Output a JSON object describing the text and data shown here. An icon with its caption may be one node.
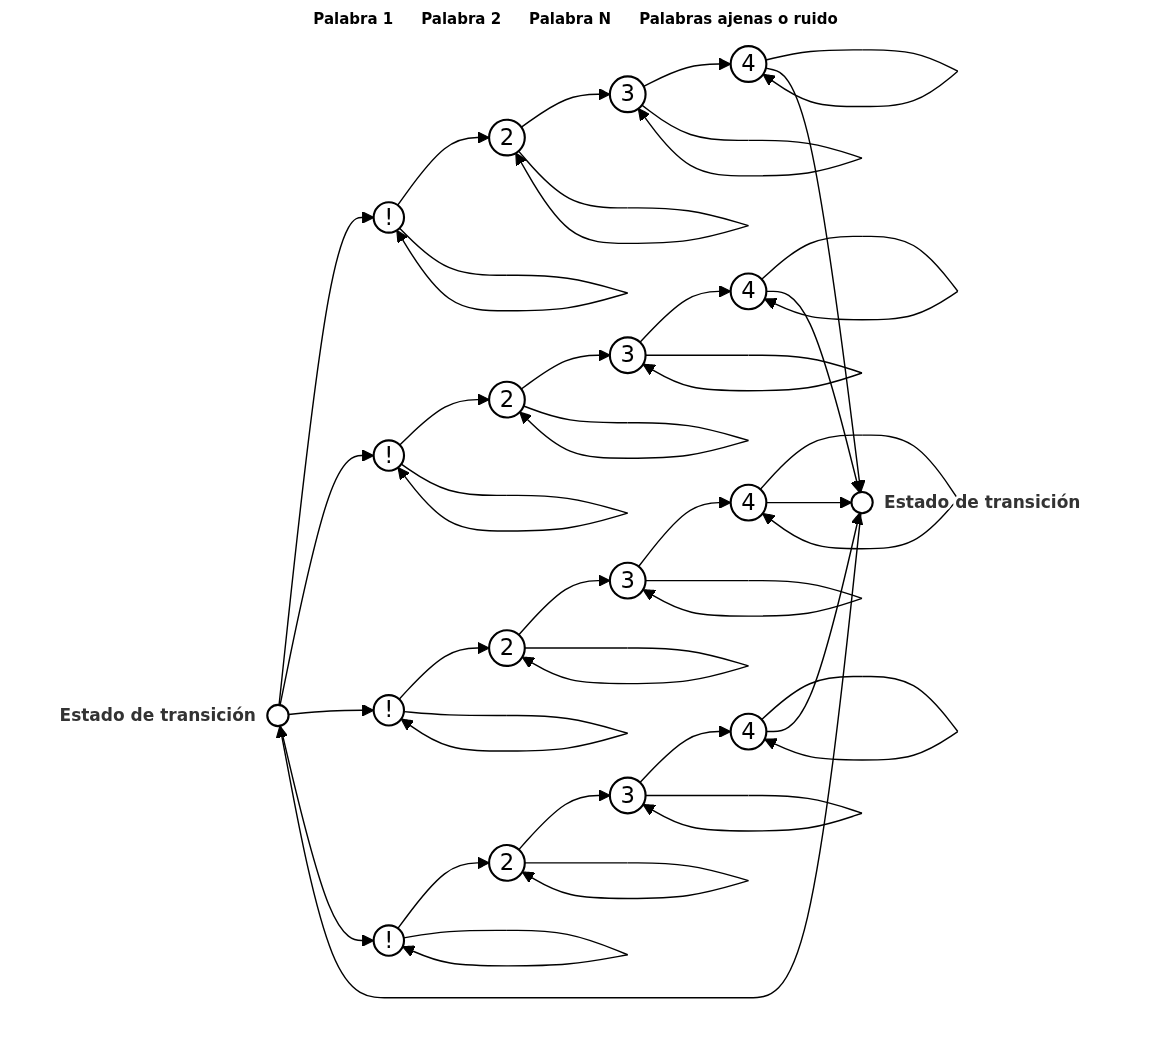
{
  "diagram": {
    "nodes": [
      {
        "text": [],
        "shape": "circle",
        "beside": [
          "Estado de transición"
        ]
      },
      {
        "text": [
          "!"
        ]
      },
      {
        "text": [
          "2"
        ]
      },
      {
        "text": [
          "3"
        ]
      },
      {
        "text": [
          "4"
        ]
      },
      {
        "text": [
          "!"
        ]
      },
      {
        "text": [
          "2"
        ]
      },
      {
        "text": [
          "3"
        ]
      },
      {
        "text": [
          "4"
        ]
      },
      {
        "text": [
          "!"
        ]
      },
      {
        "text": [
          "2"
        ]
      },
      {
        "text": [
          "3"
        ]
      },
      {
        "text": [
          "4"
        ]
      },
      {
        "text": [
          "!"
        ]
      },
      {
        "text": [
          "2"
        ]
      },
      {
        "text": [
          "3"
        ]
      },
      {
        "text": [
          "4"
        ]
      },
      {
        "text": [],
        "shape": "circle",
        "beside": [
          "Estado de transición"
        ]
      }
    ],
    "edges": [
      {
        "from": 0,
        "to": 1,
        "arrow": "to"
      },
      {
        "from": 1,
        "to": 2,
        "arrow": "to"
      },
      {
        "from": 2,
        "to": 3,
        "arrow": "to"
      },
      {
        "from": 3,
        "to": 4,
        "arrow": "to"
      },
      {
        "from": 1,
        "to": 1,
        "arrow": "to"
      },
      {
        "from": 2,
        "to": 2,
        "arrow": "to"
      },
      {
        "from": 3,
        "to": 3,
        "arrow": "to"
      },
      {
        "from": 4,
        "to": 4,
        "arrow": "to"
      },
      {
        "from": 4,
        "to": 17,
        "arrow": "to"
      },
      {
        "from": 0,
        "to": 5,
        "arrow": "to"
      },
      {
        "from": 5,
        "to": 6,
        "arrow": "to"
      },
      {
        "from": 6,
        "to": 7,
        "arrow": "to"
      },
      {
        "from": 7,
        "to": 8,
        "arrow": "to"
      },
      {
        "from": 5,
        "to": 5,
        "arrow": "to"
      },
      {
        "from": 6,
        "to": 6,
        "arrow": "to"
      },
      {
        "from": 7,
        "to": 7,
        "arrow": "to"
      },
      {
        "from": 8,
        "to": 8,
        "arrow": "to"
      },
      {
        "from": 8,
        "to": 17,
        "arrow": "to"
      },
      {
        "from": 0,
        "to": 9,
        "arrow": "to"
      },
      {
        "from": 9,
        "to": 10,
        "arrow": "to"
      },
      {
        "from": 10,
        "to": 11,
        "arrow": "to"
      },
      {
        "from": 11,
        "to": 12,
        "arrow": "to"
      },
      {
        "from": 9,
        "to": 9,
        "arrow": "to"
      },
      {
        "from": 10,
        "to": 10,
        "arrow": "to"
      },
      {
        "from": 11,
        "to": 11,
        "arrow": "to"
      },
      {
        "from": 12,
        "to": 12,
        "arrow": "to"
      },
      {
        "from": 12,
        "to": 17,
        "arrow": "to"
      },
      {
        "from": 0,
        "to": 13,
        "arrow": "to"
      },
      {
        "from": 13,
        "to": 14,
        "arrow": "to"
      },
      {
        "from": 14,
        "to": 15,
        "arrow": "to"
      },
      {
        "from": 15,
        "to": 16,
        "arrow": "to"
      },
      {
        "from": 13,
        "to": 13,
        "arrow": "to"
      },
      {
        "from": 14,
        "to": 14,
        "arrow": "to"
      },
      {
        "from": 15,
        "to": 15,
        "arrow": "to"
      },
      {
        "from": 16,
        "to": 16,
        "arrow": "to"
      },
      {
        "from": 16,
        "to": 17,
        "arrow": "to"
      },
      {
        "from": 17,
        "to": 0,
        "arrow": "to"
      }
    ],
    "labels": [
      "Palabra 1",
      "Palabra 2",
      "Palabra N",
      "Palabras ajenas o ruido"
    ]
  }
}
